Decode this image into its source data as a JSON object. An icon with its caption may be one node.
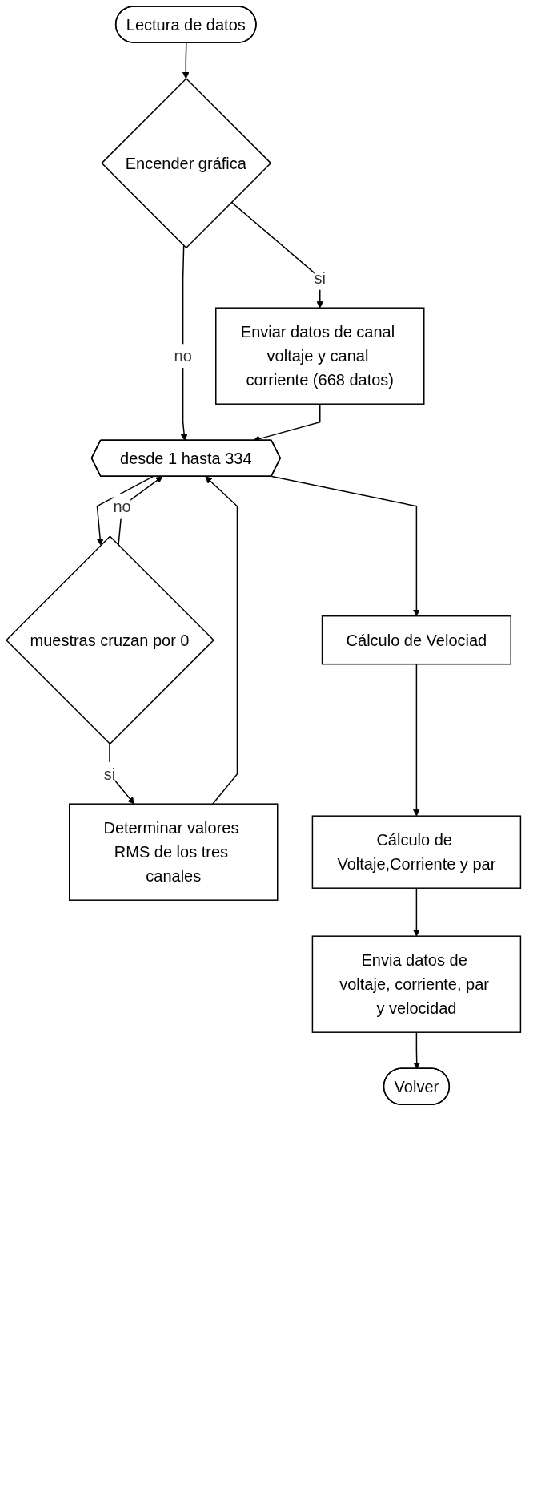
{
  "diagram": {
    "nodes": [
      {
        "text": [
          "Lectura de datos"
        ]
      },
      {
        "text": [
          "Encender gráfica"
        ]
      },
      {
        "text": [
          "Enviar datos de canal voltaje y canal corriente (668 datos)"
        ]
      },
      {
        "text": [
          "desde 1 hasta 334"
        ]
      },
      {
        "text": [
          "muestras cruzan por 0"
        ]
      },
      {
        "text": [
          "Determinar valores RMS de los tres canales"
        ]
      },
      {
        "text": [
          "Cálculo de Velociad"
        ]
      },
      {
        "text": [
          "Cálculo de Voltaje,Corriente y par"
        ]
      },
      {
        "text": [
          "Envia datos de voltaje, corriente, par y velocidad"
        ]
      },
      {
        "text": [
          "Volver"
        ]
      }
    ],
    "edges": [
      {
        "from": 0,
        "to": 1,
        "arrow": "to"
      },
      {
        "from": 1,
        "to": 2,
        "arrow": "to",
        "label": "si"
      },
      {
        "from": 1,
        "to": 3,
        "arrow": "to",
        "label": "no"
      },
      {
        "from": 2,
        "to": 3,
        "arrow": "to"
      },
      {
        "from": 3,
        "to": 4,
        "arrow": "to"
      },
      {
        "from": 4,
        "to": 5,
        "arrow": "to",
        "label": "si"
      },
      {
        "from": 4,
        "to": 3,
        "arrow": "to",
        "label": "no"
      },
      {
        "from": 5,
        "to": 3,
        "arrow": "to"
      },
      {
        "from": 3,
        "to": 6,
        "arrow": "to"
      },
      {
        "from": 6,
        "to": 7,
        "arrow": "to"
      },
      {
        "from": 7,
        "to": 8,
        "arrow": "to"
      },
      {
        "from": 8,
        "to": 9,
        "arrow": "to"
      }
    ]
  }
}
